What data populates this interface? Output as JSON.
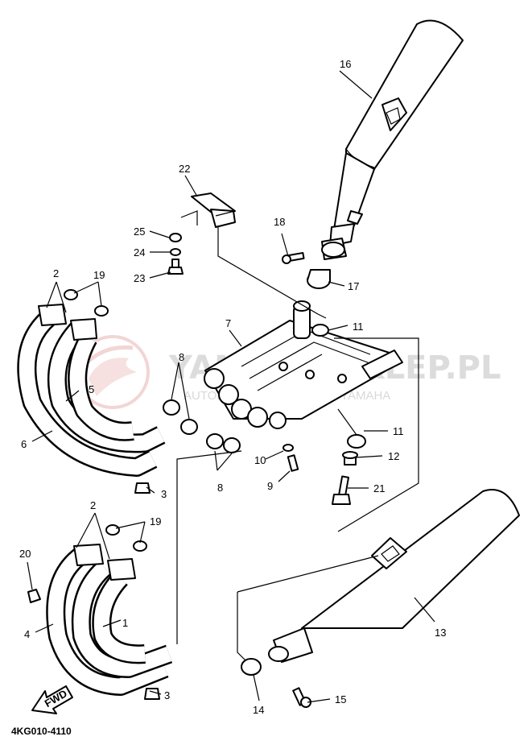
{
  "watermark": {
    "site": "YAMAHA-SKLEP.PL",
    "tagline": "AUTORYZOWANY DEALER YAMAHA",
    "brand_color": "#e8b4b4"
  },
  "diagram_code": "4KG010-4110",
  "fwd_label": "FWD",
  "labels": [
    {
      "id": "label-16",
      "text": "16"
    },
    {
      "id": "label-22",
      "text": "22"
    },
    {
      "id": "label-18",
      "text": "18"
    },
    {
      "id": "label-25",
      "text": "25"
    },
    {
      "id": "label-24",
      "text": "24"
    },
    {
      "id": "label-23",
      "text": "23"
    },
    {
      "id": "label-17",
      "text": "17"
    },
    {
      "id": "label-2-upper",
      "text": "2"
    },
    {
      "id": "label-19-upper",
      "text": "19"
    },
    {
      "id": "label-7",
      "text": "7"
    },
    {
      "id": "label-11-upper",
      "text": "11"
    },
    {
      "id": "label-8-upper",
      "text": "8"
    },
    {
      "id": "label-5",
      "text": "5"
    },
    {
      "id": "label-6",
      "text": "6"
    },
    {
      "id": "label-11-lower",
      "text": "11"
    },
    {
      "id": "label-12",
      "text": "12"
    },
    {
      "id": "label-10",
      "text": "10"
    },
    {
      "id": "label-8-lower",
      "text": "8"
    },
    {
      "id": "label-9",
      "text": "9"
    },
    {
      "id": "label-21",
      "text": "21"
    },
    {
      "id": "label-3-upper",
      "text": "3"
    },
    {
      "id": "label-2-lower",
      "text": "2"
    },
    {
      "id": "label-19-lower",
      "text": "19"
    },
    {
      "id": "label-20",
      "text": "20"
    },
    {
      "id": "label-1",
      "text": "1"
    },
    {
      "id": "label-4",
      "text": "4"
    },
    {
      "id": "label-13",
      "text": "13"
    },
    {
      "id": "label-3-lower",
      "text": "3"
    },
    {
      "id": "label-14",
      "text": "14"
    },
    {
      "id": "label-15",
      "text": "15"
    }
  ]
}
